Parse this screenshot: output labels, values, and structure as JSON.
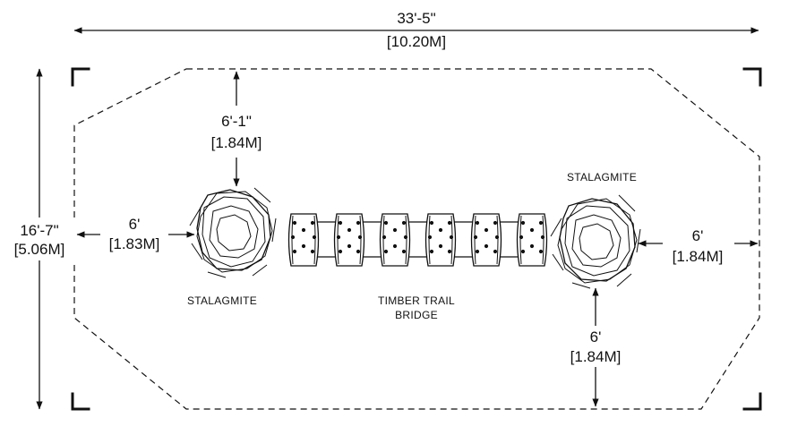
{
  "dimensions": {
    "overall_length": {
      "imperial": "33'-5\"",
      "metric": "[10.20M]"
    },
    "overall_width": {
      "imperial": "16'-7\"",
      "metric": "[5.06M]"
    },
    "top_clearance": {
      "imperial": "6'-1\"",
      "metric": "[1.84M]"
    },
    "left_clearance": {
      "imperial": "6'",
      "metric": "[1.83M]"
    },
    "right_clearance": {
      "imperial": "6'",
      "metric": "[1.84M]"
    },
    "bottom_clearance": {
      "imperial": "6'",
      "metric": "[1.84M]"
    }
  },
  "components": {
    "left_stalagmite": "STALAGMITE",
    "right_stalagmite": "STALAGMITE",
    "bridge_line1": "TIMBER TRAIL",
    "bridge_line2": "BRIDGE"
  },
  "bridge": {
    "log_count": 6
  }
}
